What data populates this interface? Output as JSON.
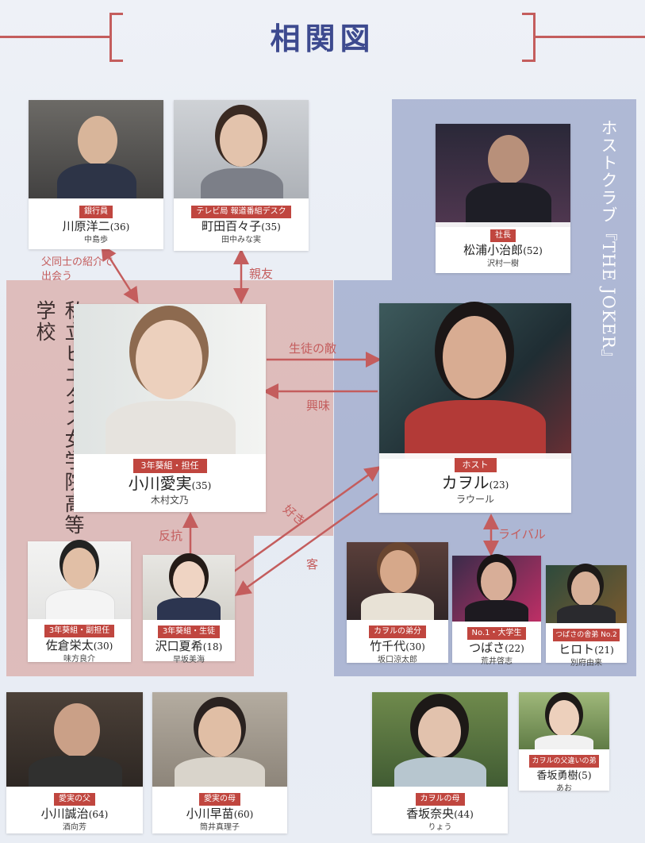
{
  "title": "相関図",
  "groups": {
    "school": "私立ピエタス女学院高等学校",
    "club": "ホストクラブ『THE JOKER』"
  },
  "relations": {
    "kawahara_ogawa": "父同士の紹介で出会う",
    "machida_ogawa": "親友",
    "ogawa_to_kaoru": "生徒の敵",
    "kaoru_to_ogawa": "興味",
    "sawaguchi_ogawa": "反抗",
    "sawaguchi_kaoru_like": "好き",
    "kaoru_sawaguchi_customer": "客",
    "kaoru_tsubasa": "ライバル"
  },
  "characters": {
    "kawahara": {
      "role": "銀行員",
      "name": "川原洋二",
      "age": "(36)",
      "actor": "中島歩"
    },
    "machida": {
      "role": "テレビ局 報道番組デスク",
      "name": "町田百々子",
      "age": "(35)",
      "actor": "田中みな実"
    },
    "matsuura": {
      "role": "社長",
      "name": "松浦小治郎",
      "age": "(52)",
      "actor": "沢村一樹"
    },
    "ogawa": {
      "role": "3年葵組・担任",
      "name": "小川愛実",
      "age": "(35)",
      "actor": "木村文乃"
    },
    "kaoru": {
      "role": "ホスト",
      "name": "カヲル",
      "age": "(23)",
      "actor": "ラウール"
    },
    "sakura": {
      "role": "3年葵組・副担任",
      "name": "佐倉栄太",
      "age": "(30)",
      "actor": "味方良介"
    },
    "sawaguchi": {
      "role": "3年葵組・生徒",
      "name": "沢口夏希",
      "age": "(18)",
      "actor": "早坂美海"
    },
    "chiyo": {
      "role": "カヲルの弟分",
      "name": "竹千代",
      "age": "(30)",
      "actor": "坂口涼太郎"
    },
    "tsubasa": {
      "role": "No.1・大学生",
      "name": "つばさ",
      "age": "(22)",
      "actor": "荒井啓志"
    },
    "hiroto": {
      "role": "つばさの舎弟 No.2",
      "name": "ヒロト",
      "age": "(21)",
      "actor": "別府由来"
    },
    "seiji": {
      "role": "愛実の父",
      "name": "小川誠治",
      "age": "(64)",
      "actor": "酒向芳"
    },
    "sanae": {
      "role": "愛実の母",
      "name": "小川早苗",
      "age": "(60)",
      "actor": "筒井真理子"
    },
    "nao": {
      "role": "カヲルの母",
      "name": "香坂奈央",
      "age": "(44)",
      "actor": "りょう"
    },
    "yuki": {
      "role": "カヲルの父違いの弟",
      "name": "香坂勇樹",
      "age": "(5)",
      "actor": "あお"
    }
  }
}
